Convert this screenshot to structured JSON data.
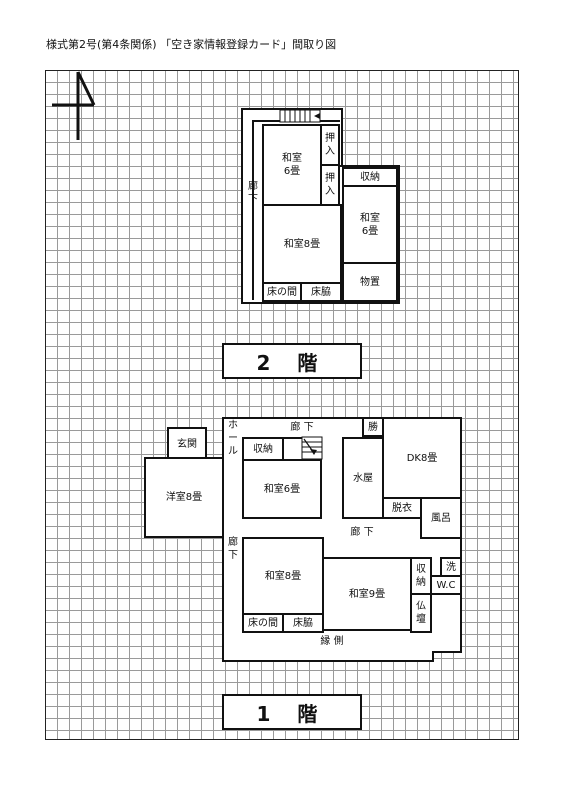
{
  "header": {
    "title": "様式第2号(第4条関係) 「空き家情報登録カード」間取り図"
  },
  "floor2": {
    "label": "2 階",
    "rooms": {
      "washitsu6_left": "和室\n6畳",
      "oshiire_top": "押\n入",
      "oshiire_mid": "押\n入",
      "shuno": "収納",
      "washitsu6_right": "和室\n6畳",
      "washitsu8": "和室8畳",
      "butsuoki": "物置",
      "tokonoma": "床の間",
      "tokowaki": "床脇",
      "roka": "廊下"
    }
  },
  "floor1": {
    "label": "1 階",
    "rooms": {
      "genkan": "玄関",
      "hall": "ホール",
      "roka_top": "廊 下",
      "shuno": "収納",
      "katte": "勝",
      "dk8": "DK8畳",
      "mizuya": "水屋",
      "yoshitsu8": "洋室8畳",
      "washitsu6": "和室6畳",
      "datsui": "脱衣",
      "furo": "風呂",
      "roka_mid": "廊 下",
      "roka_left": "廊下",
      "washitsu8": "和室8畳",
      "washitsu9": "和室9畳",
      "shuno_side": "収\n納",
      "sen": "洗",
      "wc": "W.C",
      "butsudan": "仏\n壇",
      "tokonoma": "床の間",
      "tokowaki": "床脇",
      "engawa": "縁 側"
    }
  }
}
